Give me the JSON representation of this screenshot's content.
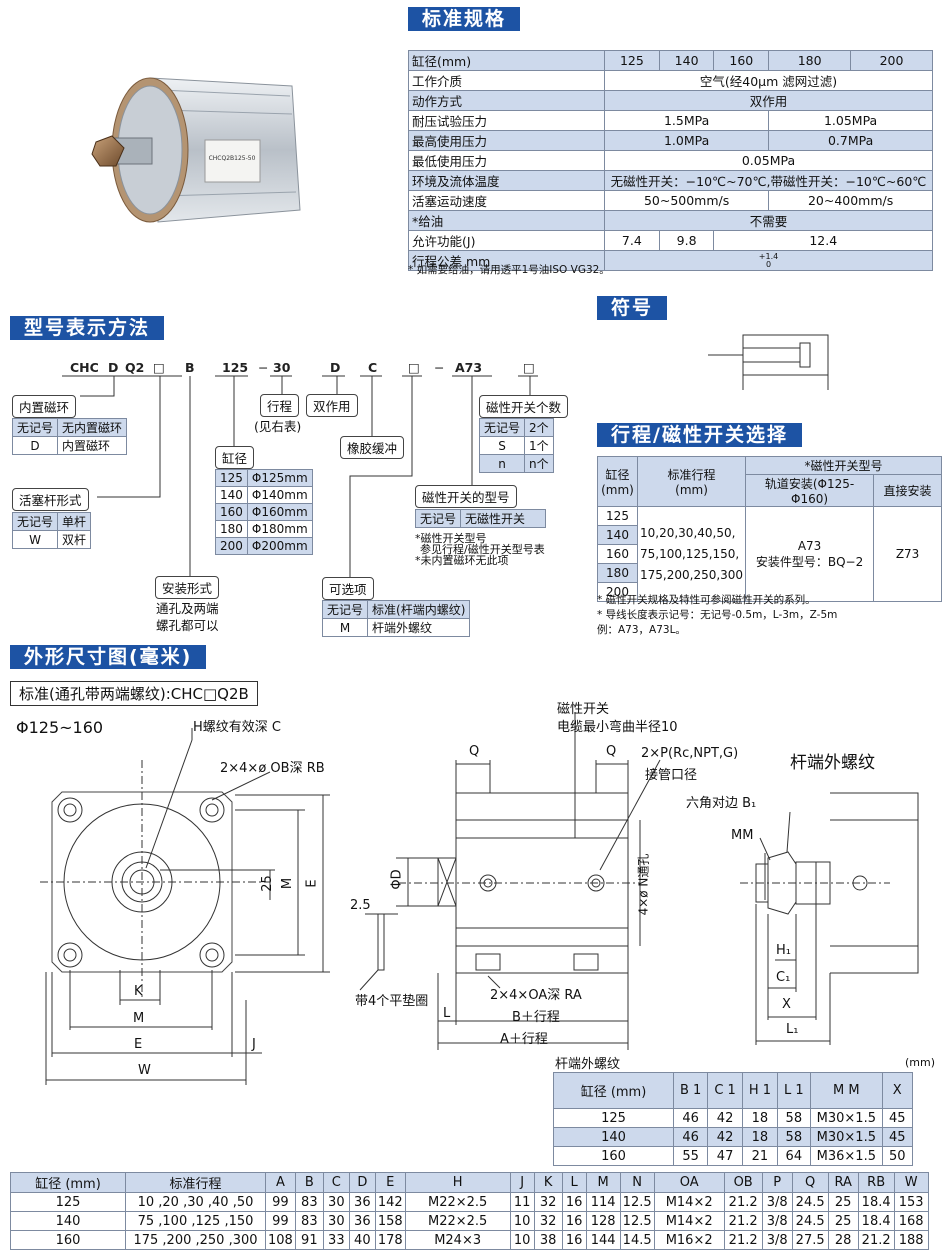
{
  "sections": {
    "spec": "标准规格",
    "model": "型号表示方法",
    "symbol": "符号",
    "stroke_switch": "行程/磁性开关选择",
    "dims": "外形尺寸图(毫米)"
  },
  "spec": {
    "rows": [
      [
        "缸径(mm)",
        "125",
        "140",
        "160",
        "180",
        "200"
      ],
      [
        "工作介质",
        "空气(经40μm 滤网过滤)"
      ],
      [
        "动作方式",
        "双作用"
      ],
      [
        "耐压试验压力",
        "1.5MPa",
        "1.05MPa"
      ],
      [
        "最高使用压力",
        "1.0MPa",
        "0.7MPa"
      ],
      [
        "最低使用压力",
        "0.05MPa"
      ],
      [
        "环境及流体温度",
        "无磁性开关：−10℃~70℃,带磁性开关：−10℃~60℃"
      ],
      [
        "活塞运动速度",
        "50~500mm/s",
        "20~400mm/s"
      ],
      [
        "*给油",
        "不需要"
      ],
      [
        "允许功能(J)",
        "7.4",
        "9.8",
        "12.4"
      ],
      [
        "行程公差 mm",
        "+1.4",
        "0"
      ]
    ],
    "note": "* 如需要给油，请用透平1号油ISO VG32。"
  },
  "product_label": "CHCQ2B125-50",
  "model": {
    "code": [
      "CHC",
      "D",
      "Q2",
      "□",
      "B",
      "125",
      "30",
      "D",
      "C",
      "□",
      "A73",
      "□"
    ],
    "dash1": "−",
    "dash2": "−",
    "magnet": {
      "title": "内置磁环",
      "rows": [
        [
          "无记号",
          "无内置磁环"
        ],
        [
          "D",
          "内置磁环"
        ]
      ]
    },
    "piston": {
      "title": "活塞杆形式",
      "rows": [
        [
          "无记号",
          "单杆"
        ],
        [
          "W",
          "双杆"
        ]
      ]
    },
    "stroke": "行程",
    "stroke_sub": "(见右表)",
    "double": "双作用",
    "bore": {
      "title": "缸径",
      "rows": [
        [
          "125",
          "Φ125mm"
        ],
        [
          "140",
          "Φ140mm"
        ],
        [
          "160",
          "Φ160mm"
        ],
        [
          "180",
          "Φ180mm"
        ],
        [
          "200",
          "Φ200mm"
        ]
      ]
    },
    "rubber": "橡胶缓冲",
    "mount": {
      "title": "安装形式",
      "l1": "通孔及两端",
      "l2": "螺孔都可以"
    },
    "sw_count": {
      "title": "磁性开关个数",
      "rows": [
        [
          "无记号",
          "2个"
        ],
        [
          "S",
          "1个"
        ],
        [
          "n",
          "n个"
        ]
      ]
    },
    "sw_type": {
      "title": "磁性开关的型号",
      "rows": [
        [
          "无记号",
          "无磁性开关"
        ]
      ],
      "n1": "*磁性开关型号",
      "n2": "参见行程/磁性开关型号表",
      "n3": "*未内置磁环无此项"
    },
    "option": {
      "title": "可选项",
      "rows": [
        [
          "无记号",
          "标准(杆端内螺纹)"
        ],
        [
          "M",
          "杆端外螺纹"
        ]
      ]
    }
  },
  "stroke_table": {
    "h1": "缸径\n(mm)",
    "h2": "标准行程\n(mm)",
    "h3": "*磁性开关型号",
    "h4": "轨道安装(Φ125-Φ160)",
    "h5": "直接安装",
    "bores": [
      "125",
      "140",
      "160",
      "180",
      "200"
    ],
    "strokes": [
      "10,20,30,40,50,",
      "75,100,125,150,",
      "175,200,250,300"
    ],
    "rail1": "A73",
    "rail2": "安装件型号：BQ−2",
    "direct": "Z73",
    "notes": [
      "* 磁性开关规格及特性可参阅磁性开关的系列。",
      "* 导线长度表示记号：无记号-0.5m，L-3m，Z-5m",
      "  例：A73，A73L。"
    ]
  },
  "drawing": {
    "std": "标准(通孔带两端螺纹):CHC□Q2B",
    "range": "Φ125~160",
    "labels": {
      "hthread": "H螺纹有效深 C",
      "ob": "2×4×ø OB深 RB",
      "k": "K",
      "m": "M",
      "e": "E",
      "w": "W",
      "j": "J",
      "n25": "25",
      "q": "Q",
      "d": "ΦD",
      "n25b": "2.5",
      "washer": "带4个平垫圈",
      "oa": "2×4×OA深 RA",
      "l": "L",
      "bs": "B＋行程",
      "as": "A＋行程",
      "nhole": "4×ø N通孔",
      "sw1": "磁性开关",
      "sw2": "电缆最小弯曲半径10",
      "port1": "2×P(Rc,NPT,G)",
      "port2": "接管口径",
      "rodext": "杆端外螺纹",
      "hex": "六角对边  B₁",
      "mm": "MM",
      "h1": "H₁",
      "c1": "C₁",
      "x": "X",
      "l1": "L₁"
    }
  },
  "rod_table": {
    "title": "杆端外螺纹",
    "unit": "(mm)",
    "head": [
      "缸径 (mm)",
      "B 1",
      "C 1",
      "H 1",
      "L 1",
      "M M",
      "X"
    ],
    "rows": [
      [
        "125",
        "46",
        "42",
        "18",
        "58",
        "M30×1.5",
        "45"
      ],
      [
        "140",
        "46",
        "42",
        "18",
        "58",
        "M30×1.5",
        "45"
      ],
      [
        "160",
        "55",
        "47",
        "21",
        "64",
        "M36×1.5",
        "50"
      ]
    ]
  },
  "dim_table": {
    "head": [
      "缸径 (mm)",
      "标准行程",
      "A",
      "B",
      "C",
      "D",
      "E",
      "H",
      "J",
      "K",
      "L",
      "M",
      "N",
      "OA",
      "OB",
      "P",
      "Q",
      "RA",
      "RB",
      "W"
    ],
    "rows": [
      [
        "125",
        "10 ,20 ,30 ,40 ,50",
        "99",
        "83",
        "30",
        "36",
        "142",
        "M22×2.5",
        "11",
        "32",
        "16",
        "114",
        "12.5",
        "M14×2",
        "21.2",
        "3/8",
        "24.5",
        "25",
        "18.4",
        "153"
      ],
      [
        "140",
        "75 ,100 ,125 ,150",
        "99",
        "83",
        "30",
        "36",
        "158",
        "M22×2.5",
        "10",
        "32",
        "16",
        "128",
        "12.5",
        "M14×2",
        "21.2",
        "3/8",
        "24.5",
        "25",
        "18.4",
        "168"
      ],
      [
        "160",
        "175 ,200 ,250 ,300",
        "108",
        "91",
        "33",
        "40",
        "178",
        "M24×3",
        "10",
        "38",
        "16",
        "144",
        "14.5",
        "M16×2",
        "21.2",
        "3/8",
        "27.5",
        "28",
        "21.2",
        "188"
      ]
    ]
  }
}
